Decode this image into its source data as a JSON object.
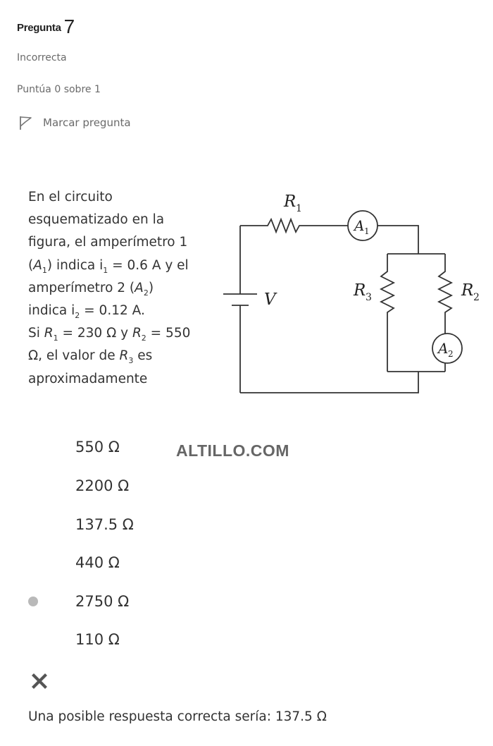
{
  "question_info": {
    "title_word": "Pregunta",
    "number": "7",
    "state": "Incorrecta",
    "grade": "Puntúa 0 sobre 1",
    "flag_label": "Marcar pregunta",
    "flag_icon": "flag-icon"
  },
  "question_text": {
    "line1": "En el circuito",
    "line2": "esquematizado en la",
    "line3a": "figura, el amperímetro 1",
    "line4_open": "(",
    "line4_var": "A",
    "line4_sub": "1",
    "line4_mid": ") indica i",
    "line4_isub": "1",
    "line4_end": " = 0.6 A y el",
    "line5_pre": "amperímetro 2 (",
    "line5_var": "A",
    "line5_sub": "2",
    "line5_end": ")",
    "line6_pre": "indica i",
    "line6_sub": "2",
    "line6_end": " = 0.12 A.",
    "line7_pre": "Si ",
    "line7_var1": "R",
    "line7_sub1": "1",
    "line7_mid": " = 230 Ω y ",
    "line7_var2": "R",
    "line7_sub2": "2",
    "line7_end": " = 550",
    "line8_pre": "Ω, el valor de ",
    "line8_var": "R",
    "line8_sub": "3",
    "line8_end": " es",
    "line9": "aproximadamente"
  },
  "circuit": {
    "r1_label": "R",
    "r1_sub": "1",
    "r2_label": "R",
    "r2_sub": "2",
    "r3_label": "R",
    "r3_sub": "3",
    "a1_label": "A",
    "a1_sub": "1",
    "a2_label": "A",
    "a2_sub": "2",
    "v_label": "V"
  },
  "watermark": "ALTILLO.COM",
  "answers": [
    {
      "label": "550 Ω",
      "selected": false
    },
    {
      "label": "2200 Ω",
      "selected": false
    },
    {
      "label": "137.5 Ω",
      "selected": false
    },
    {
      "label": "440 Ω",
      "selected": false
    },
    {
      "label": "2750 Ω",
      "selected": true
    },
    {
      "label": "110 Ω",
      "selected": false
    }
  ],
  "result_icon": "incorrect-x-icon",
  "feedback": "Una posible respuesta correcta sería: 137.5 Ω",
  "colors": {
    "text": "#333333",
    "muted": "#6a6a6a",
    "radio_selected": "#b9b9b9",
    "x_icon": "#555555"
  }
}
